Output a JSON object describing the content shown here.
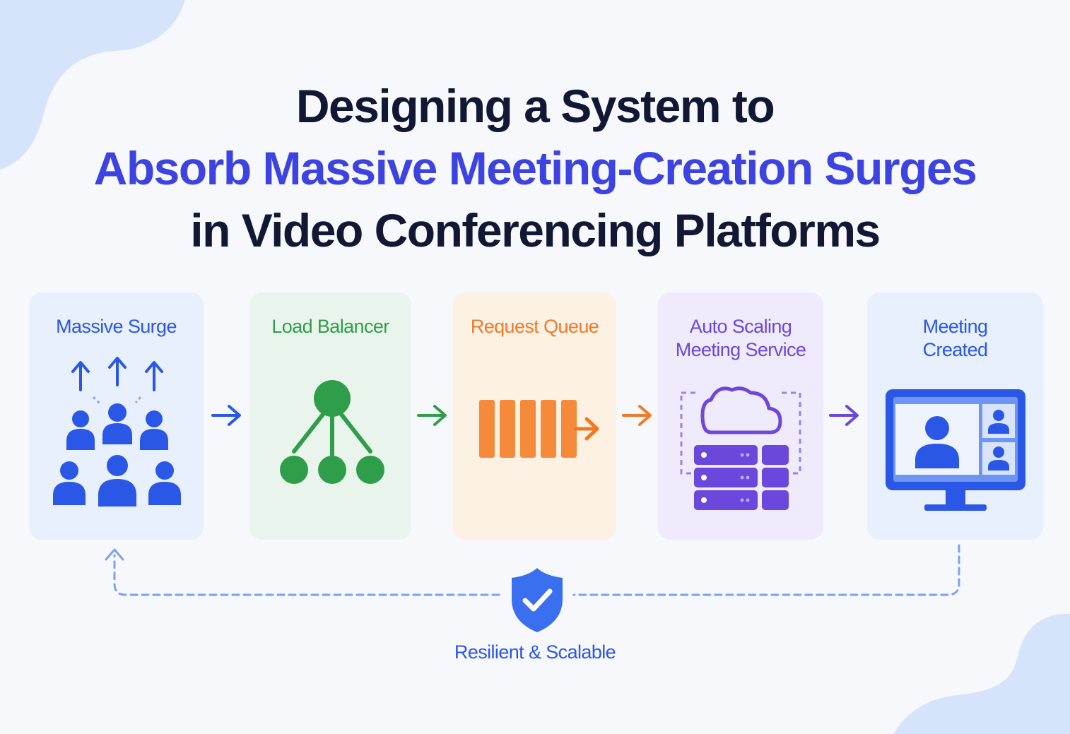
{
  "title": {
    "line1": "Designing a System to",
    "line2": "Absorb Massive Meeting-Creation Surges",
    "line3": "in Video Conferencing Platforms"
  },
  "stages": [
    {
      "label": "Massive Surge",
      "color": "#2a57e6",
      "background": "#e8effd",
      "icon": "people-surge-icon"
    },
    {
      "label": "Load Balancer",
      "color": "#2e9e4a",
      "background": "#e9f5ec",
      "icon": "load-balancer-tree-icon"
    },
    {
      "label": "Request Queue",
      "color": "#ef7a2a",
      "background": "#fdf1e4",
      "icon": "queue-icon"
    },
    {
      "label": "Auto Scaling\nMeeting Service",
      "color": "#6b47dc",
      "background": "#efeafc",
      "icon": "cloud-servers-icon"
    },
    {
      "label": "Meeting\nCreated",
      "color": "#2a57e6",
      "background": "#e8effd",
      "icon": "video-call-monitor-icon"
    }
  ],
  "feedback": {
    "label": "Resilient & Scalable",
    "icon": "shield-check-icon",
    "color": "#2a57e6"
  }
}
